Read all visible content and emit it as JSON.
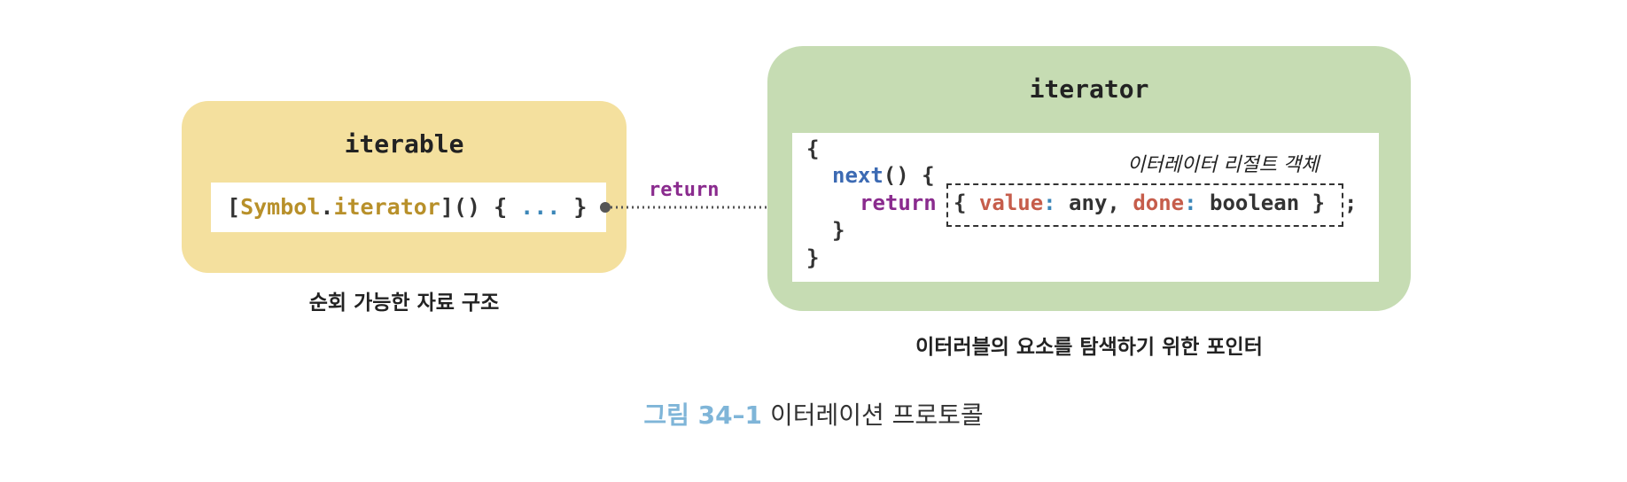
{
  "iterable": {
    "title": "iterable",
    "code": {
      "open_bracket": "[",
      "symbol": "Symbol",
      "dot": ".",
      "iterator": "iterator",
      "close": "]() { ",
      "ellipsis": "...",
      "end": " }"
    },
    "caption": "순회 가능한 자료 구조"
  },
  "arrow": {
    "label": "return"
  },
  "iterator": {
    "title": "iterator",
    "result_label": "이터레이터 리절트 객체",
    "code": {
      "line1": "{",
      "next_kw": "next",
      "next_rest": "() {",
      "return_kw": "return",
      "obj_open": "{ ",
      "value_key": "value",
      "colon": ":",
      "value_val": " any, ",
      "done_key": "done",
      "done_val": " boolean }",
      "semicolon": ";",
      "line4": "}",
      "line5": "}"
    },
    "caption": "이터러블의 요소를 탐색하기 위한 포인터"
  },
  "figure": {
    "number": "그림 34–1",
    "title": "이터레이션 프로토콜"
  },
  "colors": {
    "iterable_bg": "#f4e09e",
    "iterator_bg": "#c6dcb3",
    "keyword_purple": "#8a2b8e",
    "key_red": "#c65d4b",
    "method_blue": "#3c6ab3",
    "symbol_yellow": "#b8902a",
    "caption_blue": "#7fb5d8"
  }
}
